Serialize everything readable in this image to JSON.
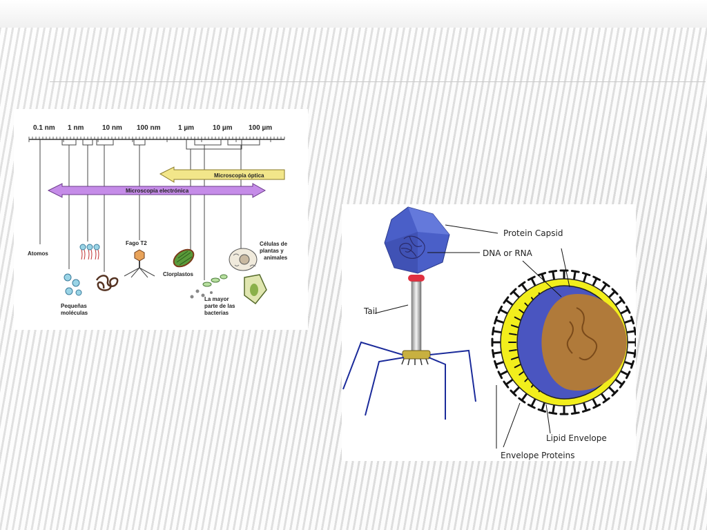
{
  "scale": {
    "ticks": [
      "0.1 nm",
      "1 nm",
      "10 nm",
      "100 nm",
      "1 µm",
      "10 µm",
      "100 µm"
    ],
    "optical_arrow": "Microscopía óptica",
    "electron_arrow": "Microscopía electrónica",
    "items": {
      "atoms": "Atomos",
      "small_molecules_1": "Pequeñas",
      "small_molecules_2": "moléculas",
      "phage": "Fago T2",
      "chloroplasts": "Clorplastos",
      "bacteria_1": "La mayor",
      "bacteria_2": "parte de las",
      "bacteria_3": "bacterias",
      "cells_1": "Células de",
      "cells_2": "plantas y",
      "cells_3": "animales"
    }
  },
  "virus": {
    "protein_capsid": "Protein Capsid",
    "dna_rna": "DNA or RNA",
    "tail": "Tail",
    "lipid_envelope": "Lipid Envelope",
    "envelope_proteins": "Envelope Proteins"
  },
  "colors": {
    "optical_arrow": "#f2e68a",
    "electron_arrow": "#c58ce8",
    "capsid": "#4a5fc8",
    "envelope_yellow": "#f2ee1c",
    "inner_blue": "#4a55c0",
    "nucleic_brown": "#b07a3a"
  }
}
